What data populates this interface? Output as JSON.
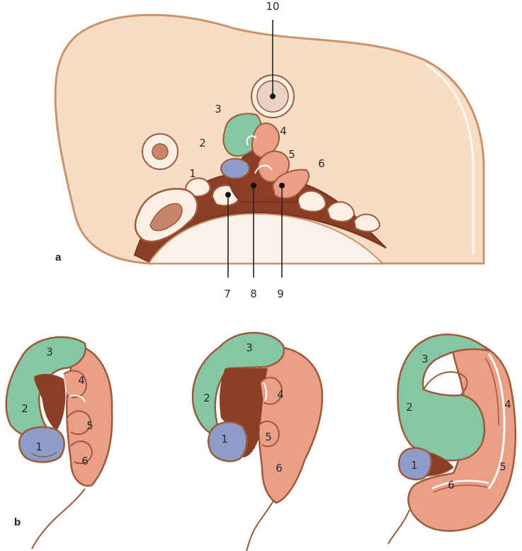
{
  "panel_a": {
    "label": "a",
    "arch_numbers": [
      "1",
      "2",
      "3",
      "4",
      "5",
      "6"
    ],
    "leader_numbers": [
      "7",
      "8",
      "9",
      "10"
    ]
  },
  "panel_b": {
    "label": "b",
    "stage1": [
      "1",
      "2",
      "3",
      "4",
      "5",
      "6"
    ],
    "stage2": [
      "1",
      "2",
      "3",
      "4",
      "5",
      "6"
    ],
    "stage3": [
      "1",
      "2",
      "3",
      "4",
      "5",
      "6"
    ]
  },
  "colors": {
    "skin": "#f8dcc4",
    "outline": "#9b5a3c",
    "cleft": "#8a3e26",
    "green": "#86c7a3",
    "salmon": "#ec9f87",
    "blue": "#8e9ccc",
    "cream": "#fbeee3"
  }
}
